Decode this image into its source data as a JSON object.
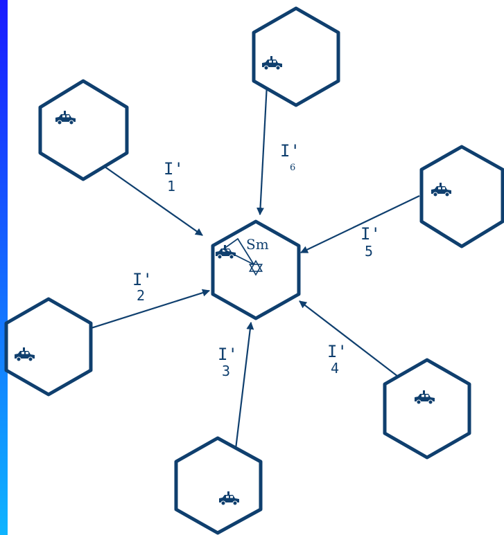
{
  "colors": {
    "stroke": "#0f3f6e",
    "background": "#ffffff",
    "side_bar_top": "#1a1aff",
    "side_bar_bottom": "#0fb4ff"
  },
  "center_cell": {
    "label": "Sm",
    "icons": [
      "car-icon",
      "star-of-david-icon"
    ]
  },
  "interferers": [
    {
      "id": "1",
      "label": "I'",
      "index": "1"
    },
    {
      "id": "2",
      "label": "I'",
      "index": "2"
    },
    {
      "id": "3",
      "label": "I'",
      "index": "3"
    },
    {
      "id": "4",
      "label": "I'",
      "index": "4"
    },
    {
      "id": "5",
      "label": "I'",
      "index": "5"
    },
    {
      "id": "6",
      "label": "I'",
      "index": "6"
    }
  ],
  "icons": {
    "vehicle": "car-icon"
  }
}
